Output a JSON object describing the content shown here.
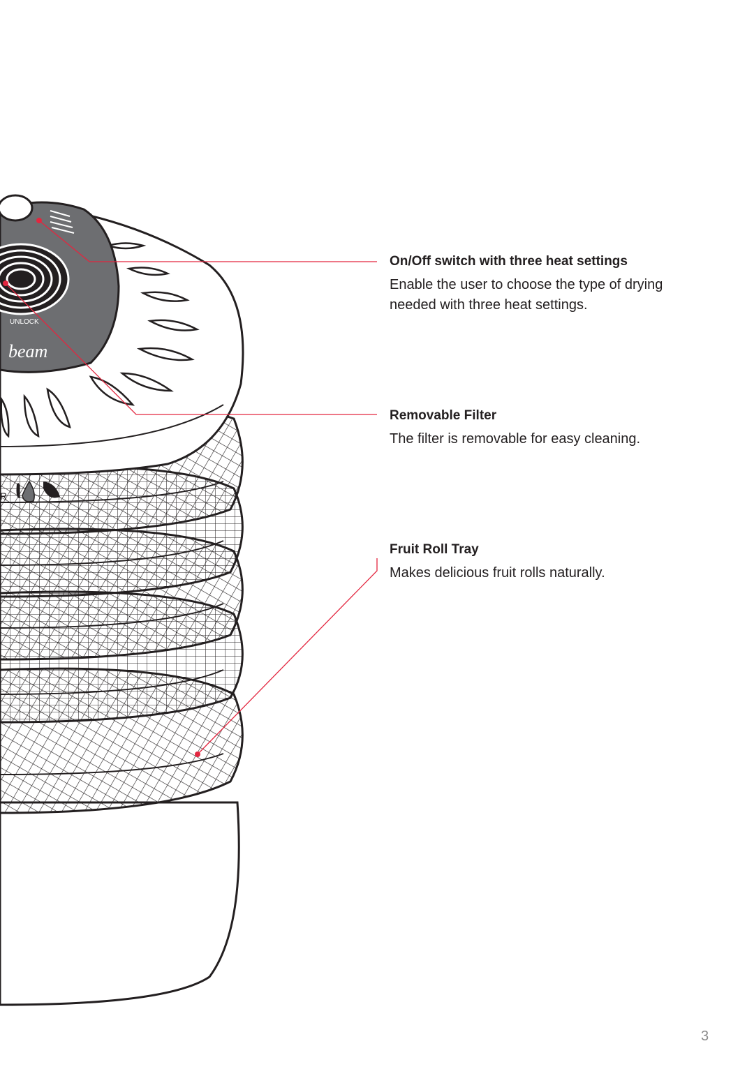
{
  "callouts": [
    {
      "title": "On/Off switch with three heat settings",
      "text": "Enable the user to choose the type of drying needed with three heat settings."
    },
    {
      "title": "Removable Filter",
      "text": "The filter is removable for easy cleaning."
    },
    {
      "title": "Fruit Roll Tray",
      "text": "Makes delicious fruit rolls naturally."
    }
  ],
  "illustration": {
    "lock_label": "UNLOCK",
    "brand_fragment": "beam",
    "badge_fragment": "R"
  },
  "page_number": "3",
  "colors": {
    "leader_line": "#e3263f",
    "outline": "#231f20",
    "lid_grey": "#6d6e71",
    "label_text": "#231f20"
  }
}
